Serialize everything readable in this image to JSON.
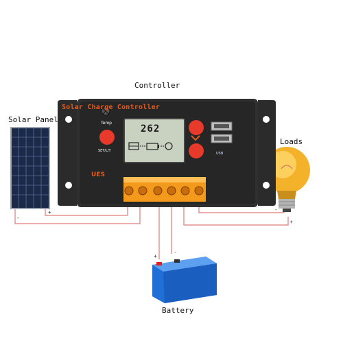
{
  "labels": {
    "controller": "Controller",
    "solar_panel": "Solar Panel",
    "loads": "Loads",
    "battery": "Battery"
  },
  "device": {
    "title": "Solar Charge Controller",
    "temp_label": "Temp",
    "set_label": "SET/L/T",
    "brand": "UES",
    "usb_label": "USB",
    "lcd_reading": "262"
  },
  "polarity": {
    "solar_neg": "-",
    "solar_pos": "+",
    "battery_pos": "+",
    "battery_neg": "-",
    "loads_neg": "-",
    "loads_pos": "+"
  },
  "colors": {
    "wire": "#e07a7a",
    "body": "#2b2b2b",
    "accent": "#e85a1a",
    "button": "#e83a2a",
    "terminal": "#f39a1c",
    "battery": "#1f6fd6",
    "bulb": "#f4b12a"
  }
}
